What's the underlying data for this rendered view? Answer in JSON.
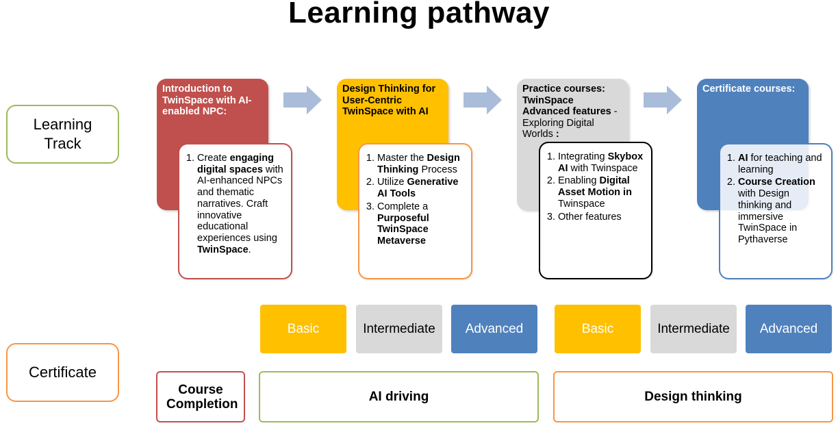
{
  "title": "Learning pathway",
  "rows": {
    "learning_track": "Learning Track",
    "certificate": "Certificate"
  },
  "tracks": [
    {
      "heading": [
        "Introduction to TwinSpace with AI-enabled NPC:"
      ],
      "items": []
    },
    {
      "heading": [
        "Design Thinking for User-Centric TwinSpace with AI"
      ]
    },
    {
      "heading_bold": "Practice courses: TwinSpace Advanced features",
      "heading_rest": " - Exploring Digital Worlds ",
      "heading_colon": ":"
    },
    {
      "heading": [
        "Certificate courses:"
      ]
    }
  ],
  "track1_sub": {
    "item1_pre": "Create ",
    "item1_bold": "engaging digital spaces",
    "item1_mid": " with AI-enhanced NPCs and thematic narratives. Craft innovative educational experiences using ",
    "item1_bold2": "TwinSpace",
    "item1_post": "."
  },
  "track2_sub": {
    "i1_pre": "Master the ",
    "i1_bold": "Design Thinking",
    "i1_post": " Process",
    "i2_pre": "Utilize ",
    "i2_bold": "Generative AI Tools",
    "i3_pre": "Complete a ",
    "i3_bold": "Purposeful TwinSpace Metaverse"
  },
  "track3_sub": {
    "i1_pre": "Integrating ",
    "i1_bold": "Skybox AI",
    "i1_post": " with Twinspace",
    "i2_pre": "Enabling ",
    "i2_bold": "Digital Asset Motion in",
    "i2_post": " Twinspace",
    "i3": "Other features"
  },
  "track4_sub": {
    "i1_bold": "AI",
    "i1_post": " for teaching and learning",
    "i2_bold": "Course Creation",
    "i2_post": " with Design thinking and immersive TwinSpace in Pythaverse"
  },
  "levels_left": [
    "Basic",
    "Intermediate",
    "Advanced"
  ],
  "levels_right": [
    "Basic",
    "Intermediate",
    "Advanced"
  ],
  "certificates": {
    "completion": "Course Completion",
    "ai_driving": "AI driving",
    "design_thinking": "Design thinking"
  },
  "colors": {
    "red": "#C0504D",
    "yellow": "#FFC000",
    "gray": "#D9D9D9",
    "blue": "#4F81BD",
    "green_border": "#9BBB59",
    "orange_border": "#F79646",
    "arrow": "#A9BCD9"
  }
}
